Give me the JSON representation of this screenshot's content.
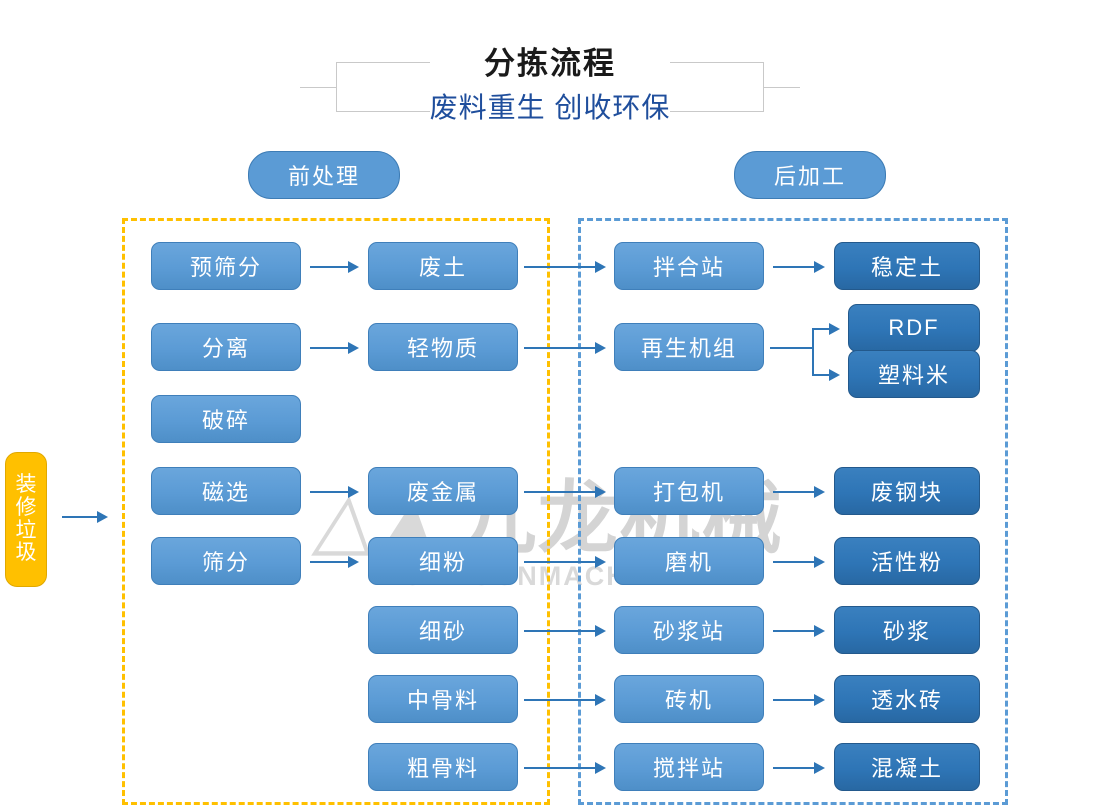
{
  "title": {
    "main": "分拣流程",
    "sub": "废料重生 创收环保"
  },
  "watermark": {
    "logo_cn": "九龙机械",
    "logo_en": "KOWLOONMACHINERY"
  },
  "sections": {
    "pre": {
      "label": "前处理",
      "accent": "#FFC000"
    },
    "post": {
      "label": "后加工",
      "accent": "#5B9BD5"
    }
  },
  "colors": {
    "node_light": "#5B9BD5",
    "node_dark": "#2E75B6",
    "input": "#FFC000",
    "arrow": "#2E75B6",
    "title_sub": "#1F4E9C"
  },
  "input_node": {
    "label": "装修垃圾",
    "chars": [
      "装",
      "修",
      "垃",
      "圾"
    ]
  },
  "nodes": {
    "pre_process": [
      {
        "label": "预筛分"
      },
      {
        "label": "分离"
      },
      {
        "label": "破碎"
      },
      {
        "label": "磁选"
      },
      {
        "label": "筛分"
      }
    ],
    "pre_output": [
      {
        "label": "废土"
      },
      {
        "label": "轻物质"
      },
      {
        "label": "废金属"
      },
      {
        "label": "细粉"
      },
      {
        "label": "细砂"
      },
      {
        "label": "中骨料"
      },
      {
        "label": "粗骨料"
      }
    ],
    "post_process": [
      {
        "label": "拌合站"
      },
      {
        "label": "再生机组"
      },
      {
        "label": "打包机"
      },
      {
        "label": "磨机"
      },
      {
        "label": "砂浆站"
      },
      {
        "label": "砖机"
      },
      {
        "label": "搅拌站"
      }
    ],
    "post_output": [
      {
        "label": "稳定土"
      },
      {
        "label": "RDF"
      },
      {
        "label": "塑料米"
      },
      {
        "label": "废钢块"
      },
      {
        "label": "活性粉"
      },
      {
        "label": "砂浆"
      },
      {
        "label": "透水砖"
      },
      {
        "label": "混凝土"
      }
    ]
  }
}
